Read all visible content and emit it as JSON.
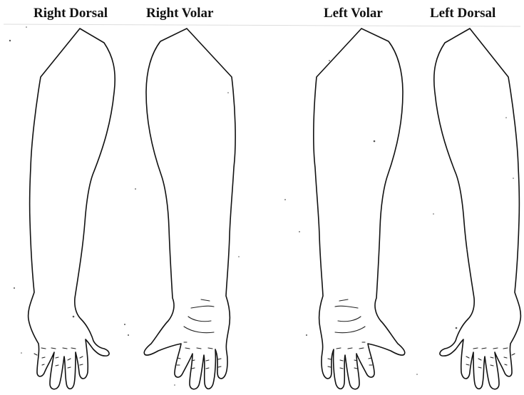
{
  "views": [
    {
      "id": "right-dorsal",
      "label": "Right Dorsal"
    },
    {
      "id": "right-volar",
      "label": "Right Volar"
    },
    {
      "id": "left-volar",
      "label": "Left Volar"
    },
    {
      "id": "left-dorsal",
      "label": "Left Dorsal"
    }
  ]
}
